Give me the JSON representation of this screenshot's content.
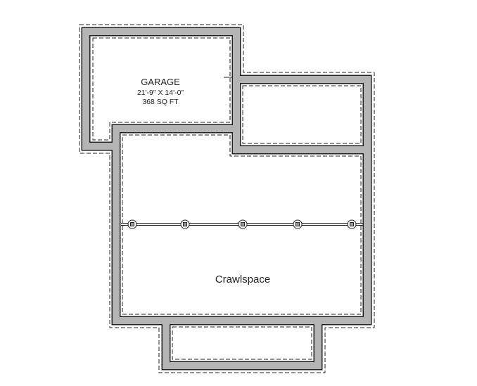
{
  "rooms": {
    "garage": {
      "name": "GARAGE",
      "dimensions": "21'-9\" X 14'-0\"",
      "area": "368 SQ FT"
    },
    "crawlspace": {
      "name": "Crawlspace"
    }
  },
  "piers": 5,
  "colors": {
    "wall_fill": "#b4b4b4",
    "line": "#222222"
  }
}
